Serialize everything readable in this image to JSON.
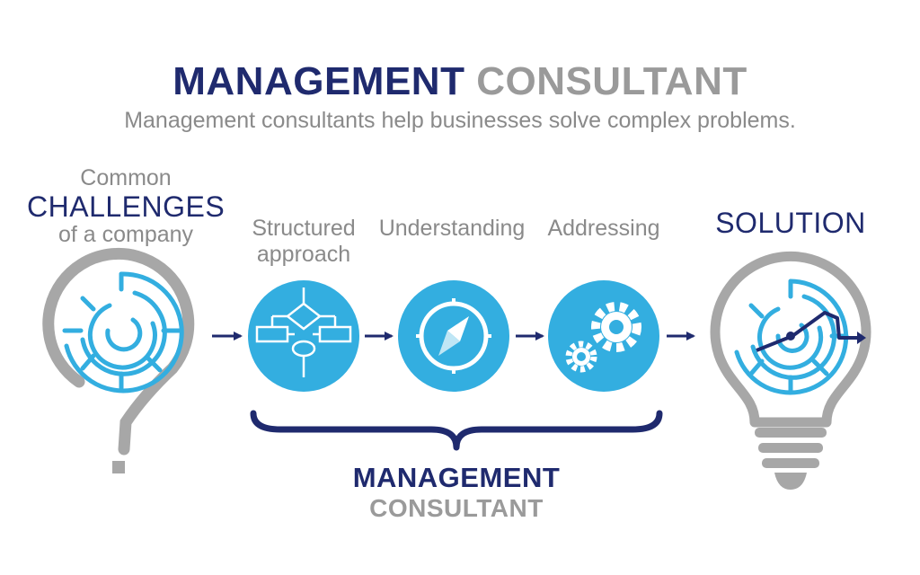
{
  "header": {
    "title_part1": "MANAGEMENT",
    "title_part2": "CONSULTANT",
    "subtitle": "Management consultants help businesses solve complex problems."
  },
  "challenges": {
    "line1": "Common",
    "line2": "CHALLENGES",
    "line3": "of a company"
  },
  "steps": [
    {
      "line1": "Structured",
      "line2": "approach",
      "icon": "flowchart-icon"
    },
    {
      "line1": "Understanding",
      "line2": "",
      "icon": "compass-icon"
    },
    {
      "line1": "Addressing",
      "line2": "",
      "icon": "gears-icon"
    }
  ],
  "solution": {
    "label": "SOLUTION"
  },
  "brace_caption": {
    "line1": "MANAGEMENT",
    "line2": "CONSULTANT"
  },
  "colors": {
    "accent_blue": "#33aee0",
    "navy": "#1f2a6e",
    "gray": "#a7a7a7"
  }
}
